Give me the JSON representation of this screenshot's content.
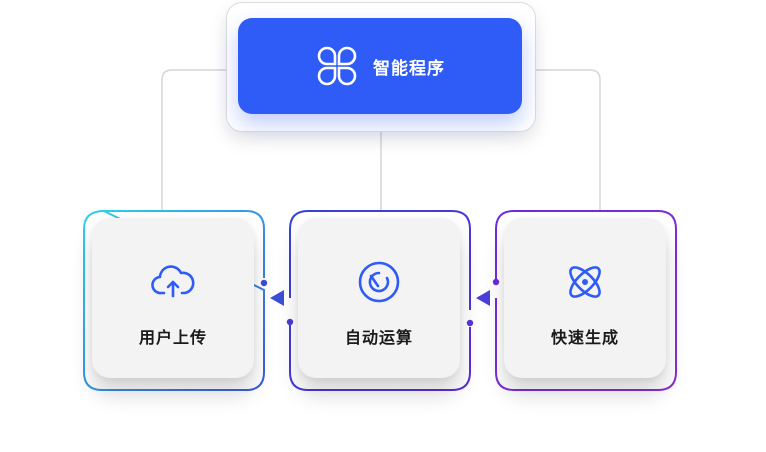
{
  "top": {
    "title": "智能程序",
    "icon": "clover-app-icon"
  },
  "steps": [
    {
      "label": "用户上传",
      "icon": "cloud-upload-icon"
    },
    {
      "label": "自动运算",
      "icon": "rotate-cycle-icon"
    },
    {
      "label": "快速生成",
      "icon": "orbit-atom-icon"
    }
  ],
  "colors": {
    "primary": "#2f5bf6",
    "cyan": "#27c4e6",
    "purple": "#6c2bd9",
    "connector": "#d6d6d6",
    "arrow": "#3b4fd6"
  }
}
